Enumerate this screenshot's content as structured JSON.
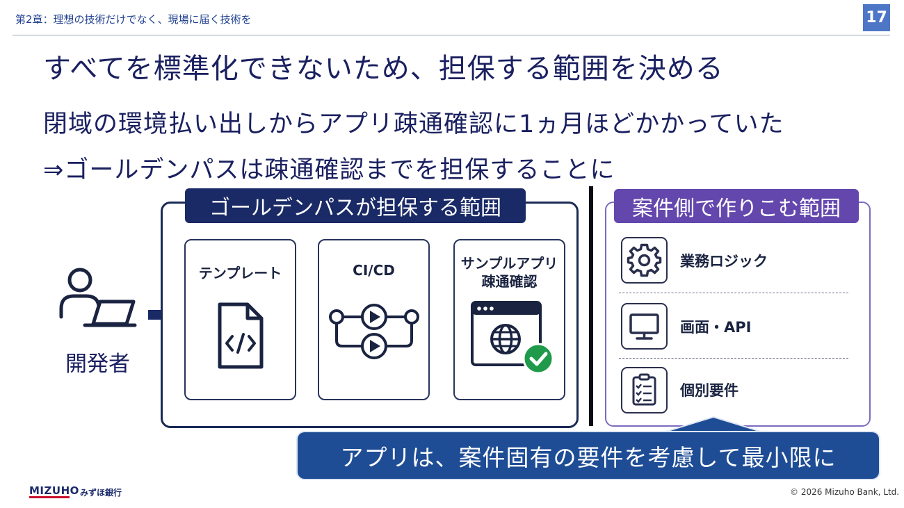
{
  "header": {
    "chapter": "第2章：理想の技術だけでなく、現場に届く技術を",
    "page_number": "17"
  },
  "title": "すべてを標準化できないため、担保する範囲を決める",
  "body_lines": [
    "閉域の環境払い出しからアプリ疎通確認に1ヵ月ほどかかっていた",
    "⇒ゴールデンパスは疎通確認までを担保することに"
  ],
  "diagram": {
    "developer_label": "開発者",
    "golden_path": {
      "header": "ゴールデンパスが担保する範囲",
      "cards": [
        {
          "title": "テンプレート",
          "icon": "code-file-icon"
        },
        {
          "title": "CI/CD",
          "icon": "pipeline-icon"
        },
        {
          "title_line1": "サンプルアプリ",
          "title_line2": "疎通確認",
          "icon": "browser-globe-check-icon"
        }
      ]
    },
    "project": {
      "header": "案件側で作りこむ範囲",
      "items": [
        {
          "label": "業務ロジック",
          "icon": "gear-icon"
        },
        {
          "label": "画面・API",
          "icon": "monitor-icon"
        },
        {
          "label": "個別要件",
          "icon": "checklist-icon"
        }
      ]
    },
    "callout": "アプリは、案件固有の要件を考慮して最小限に"
  },
  "footer": {
    "logo_en": "MIZUHO",
    "logo_jp": "みずほ銀行",
    "copyright": "© 2026 Mizuho Bank, Ltd."
  },
  "colors": {
    "navy": "#1a2a66",
    "purple": "#6447ad",
    "callout_blue": "#1e4d96",
    "page_badge": "#4d77c6",
    "check_green": "#1f9a4a"
  }
}
